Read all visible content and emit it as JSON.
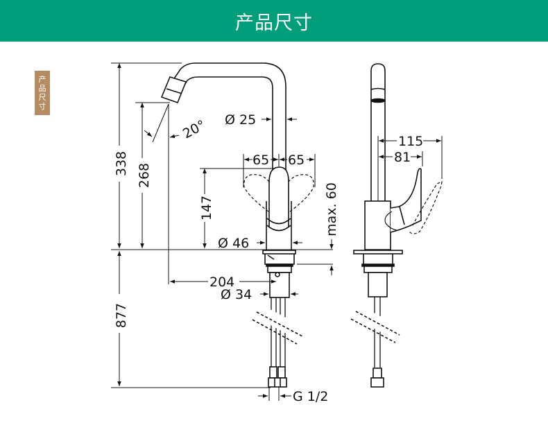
{
  "header": {
    "title": "产品尺寸",
    "background": "#009e7b"
  },
  "side_tag": {
    "chars": [
      "产",
      "品",
      "尺",
      "寸"
    ],
    "background": "#b48b62"
  },
  "drawing": {
    "front_view": {
      "dimensions": {
        "total_height": "338",
        "spout_height": "268",
        "lever_height": "147",
        "spout_angle": "20°",
        "spout_diameter": "Ø 25",
        "lever_swing_left": "65",
        "lever_swing_right": "65",
        "body_diameter": "Ø 46",
        "max_counter_thickness": "max. 60",
        "spout_reach": "204",
        "shank_diameter": "Ø 34",
        "hose_length": "877",
        "connection": "G 1/2"
      }
    },
    "side_view": {
      "dimensions": {
        "lever_reach_max": "115",
        "lever_reach": "81"
      }
    }
  }
}
